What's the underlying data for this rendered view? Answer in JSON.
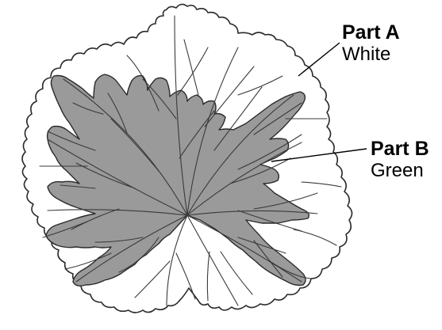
{
  "figure": {
    "subject": "variegated leaf",
    "colors": {
      "outline": "#2a2a2a",
      "part_a_fill": "#ffffff",
      "part_b_fill": "#9a9a9a",
      "vein": "#3a3a3a"
    }
  },
  "labels": {
    "part_a": {
      "name": "Part A",
      "value": "White"
    },
    "part_b": {
      "name": "Part B",
      "value": "Green"
    }
  }
}
